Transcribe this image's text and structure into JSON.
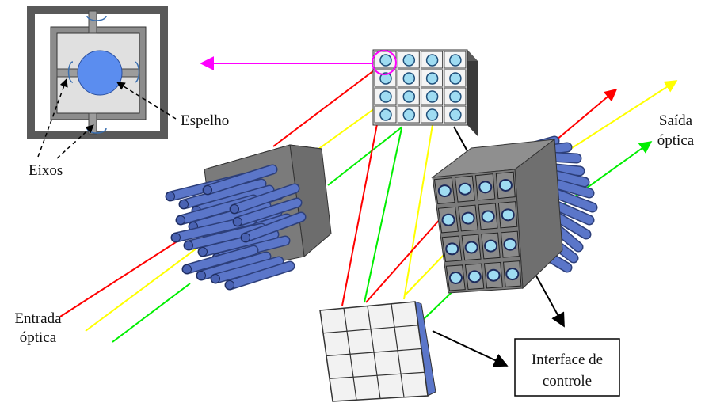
{
  "labels": {
    "mirror": "Espelho",
    "axes": "Eixos",
    "input_line1": "Entrada",
    "input_line2": "óptica",
    "output_line1": "Saída",
    "output_line2": "óptica",
    "control_line1": "Interface de",
    "control_line2": "controle"
  },
  "colors": {
    "beam_red": "#ff0000",
    "beam_yellow": "#ffff00",
    "beam_green": "#00ee00",
    "pointer_magenta": "#ff00ff",
    "fiber_blue": "#5b76c9",
    "mirror_blue": "#5b8def",
    "micromirror_cyan": "#9fdcf2",
    "cube_gray": "#7b7b7b"
  },
  "icons": [
    "mirror-detail-inset",
    "mems-mirror-array",
    "input-fiber-bundle",
    "output-fiber-bundle",
    "control-detector-array"
  ]
}
